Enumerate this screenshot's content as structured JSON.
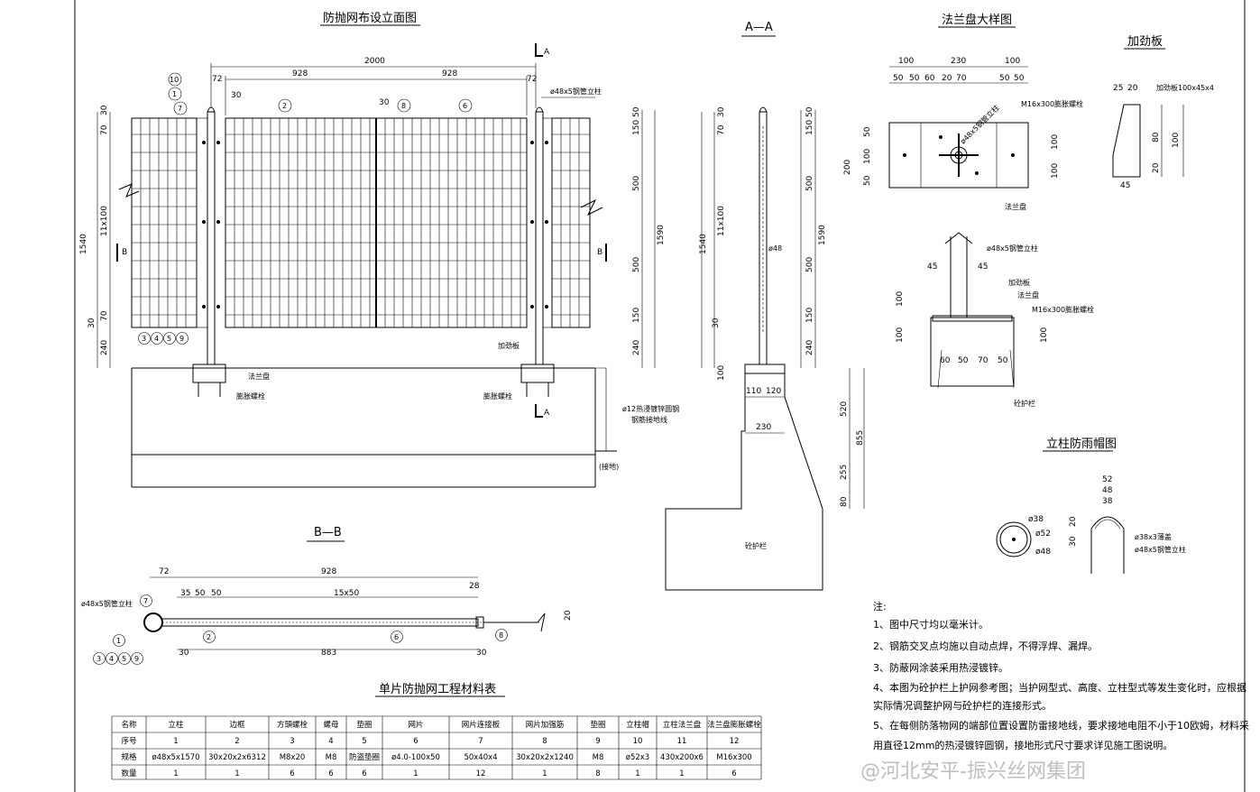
{
  "titles": {
    "elevation": "防抛网布设立面图",
    "section_aa": "A—A",
    "flange_detail": "法兰盘大样图",
    "stiffener": "加劲板",
    "rain_cap": "立柱防雨帽图",
    "section_bb": "B—B",
    "material_table": "单片防抛网工程材料表"
  },
  "elevation": {
    "dim_total": "2000",
    "dim_left": "928",
    "dim_right": "928",
    "dim_72a": "72",
    "dim_72b": "72",
    "dim_30a": "30",
    "dim_30b": "30",
    "section_mark": "A",
    "section_b": "B",
    "pipe_label": "ø48x5钢管立柱",
    "left_dims": [
      "30",
      "70",
      "1540",
      "11x100",
      "30",
      "70",
      "240"
    ],
    "right_dims": [
      "50",
      "150",
      "500",
      "1590",
      "500",
      "150",
      "240"
    ],
    "flange_label": "法兰盘",
    "bolt_label": "膨胀螺栓",
    "stiffener_label": "加劲板",
    "ground_label": "ø12热浸镀锌圆钢",
    "ground_label2": "钢筋接地线",
    "earth_label": "(接地)",
    "balloons": [
      "10",
      "1",
      "7",
      "2",
      "8",
      "6"
    ],
    "balloon_group": [
      "3",
      "4",
      "5",
      "9"
    ]
  },
  "section_aa": {
    "dims_left": [
      "1540",
      "11x100",
      "30",
      "70",
      "30",
      "100"
    ],
    "dims_right": [
      "50",
      "150",
      "500",
      "1590",
      "500",
      "150",
      "240"
    ],
    "dia": "ø48",
    "base_dims": [
      "110",
      "120",
      "230"
    ],
    "height_dims": [
      "520",
      "855",
      "255",
      "80"
    ],
    "rail_label": "砼护栏"
  },
  "flange": {
    "top_dims": [
      "100",
      "230",
      "100"
    ],
    "sub_dims": [
      "50",
      "50",
      "60",
      "20",
      "70",
      "50",
      "50"
    ],
    "side_dims": [
      "200",
      "50",
      "100",
      "50"
    ],
    "right_dims": [
      "100",
      "100"
    ],
    "bolt": "M16x300膨胀螺栓",
    "pipe": "ø48x5钢管立柱",
    "plate": "法兰盘",
    "stiff": "加劲板",
    "rail": "砼护栏",
    "sec_dims": [
      "45",
      "45",
      "100",
      "100",
      "60",
      "50",
      "70",
      "50",
      "100"
    ]
  },
  "stiffener": {
    "label": "加劲板100x45x4",
    "dims": [
      "25",
      "20",
      "80",
      "100",
      "20",
      "45"
    ]
  },
  "rain_cap": {
    "dims": [
      "52",
      "48",
      "38",
      "30",
      "20",
      "ø38",
      "ø52",
      "ø48"
    ],
    "cap_label": "ø38x3薄盖",
    "pipe_label": "ø48x5钢管立柱"
  },
  "section_bb": {
    "dims_top": [
      "72",
      "928"
    ],
    "dims_mid": [
      "35",
      "50",
      "50",
      "15x50",
      "28"
    ],
    "dims_bot": [
      "30",
      "883",
      "30"
    ],
    "dim_side": "20",
    "pipe_label": "ø48x5钢管立柱",
    "balloons": [
      "7",
      "2",
      "1",
      "6",
      "8"
    ],
    "balloon_group": [
      "3",
      "4",
      "5",
      "9"
    ]
  },
  "table": {
    "rows": [
      [
        "名称",
        "立柱",
        "边框",
        "方頭螺栓",
        "螺母",
        "垫圈",
        "网片",
        "网片连接板",
        "网片加强筋",
        "垫圈",
        "立柱帽",
        "立柱法兰盘",
        "法兰盘膨胀螺栓"
      ],
      [
        "序号",
        "1",
        "2",
        "3",
        "4",
        "5",
        "6",
        "7",
        "8",
        "9",
        "10",
        "11",
        "12"
      ],
      [
        "规格",
        "ø48x5x1570",
        "30x20x2x6312",
        "M8x20",
        "M8",
        "防盗垫圈",
        "ø4.0-100x50",
        "50x40x4",
        "30x20x2x1240",
        "M8",
        "ø52x3",
        "430x200x6",
        "M16x300"
      ],
      [
        "数量",
        "1",
        "1",
        "6",
        "6",
        "6",
        "1",
        "12",
        "1",
        "8",
        "1",
        "1",
        "6"
      ]
    ]
  },
  "notes": {
    "heading": "注:",
    "lines": [
      "1、图中尺寸均以毫米计。",
      "2、钢筋交叉点均施以自动点焊，不得浮焊、漏焊。",
      "3、防蔽网涂装采用热浸镀锌。",
      "4、本图为砼护栏上护网参考图；当护网型式、高度、立柱型式等发生变化时，应根据",
      "    实际情况调整护网与砼护栏的连接形式。",
      "5、在每侧防落物网的端部位置设置防雷接地线，要求接地电阻不小于10欧姆，材料采",
      "    用直径12mm的热浸镀锌圆钢，接地形式尺寸要求详见施工图说明。"
    ]
  },
  "watermark": "@河北安平-振兴丝网集团"
}
